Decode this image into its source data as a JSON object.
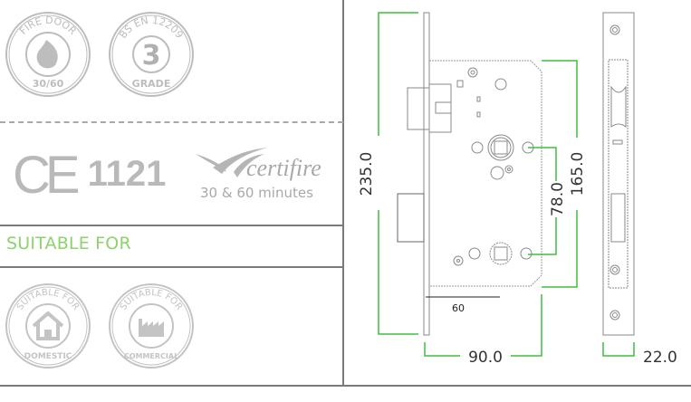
{
  "badges": {
    "fire_door": {
      "top": "FIRE DOOR",
      "bottom": "30/60"
    },
    "bs_en": {
      "top": "BS EN 12209",
      "center": "3",
      "bottom": "GRADE"
    },
    "domestic": {
      "top": "SUITABLE FOR",
      "bottom": "DOMESTIC"
    },
    "commercial": {
      "top": "SUITABLE FOR",
      "bottom": "COMMERCIAL"
    }
  },
  "certifications": {
    "ce_mark": "CE",
    "ce_number": "1121",
    "certifire_name": "certifire",
    "certifire_rating": "30 & 60 minutes"
  },
  "section_heading": "SUITABLE FOR",
  "drawing": {
    "dimensions": {
      "overall_height": "235.0",
      "case_height": "165.0",
      "centres": "78.0",
      "backset": "60",
      "case_depth": "90.0",
      "forend_width": "22.0"
    }
  },
  "colors": {
    "accent_green": "#8cd36a",
    "dimension_green": "#3fbf3f",
    "badge_grey": "#b9b9b9"
  }
}
